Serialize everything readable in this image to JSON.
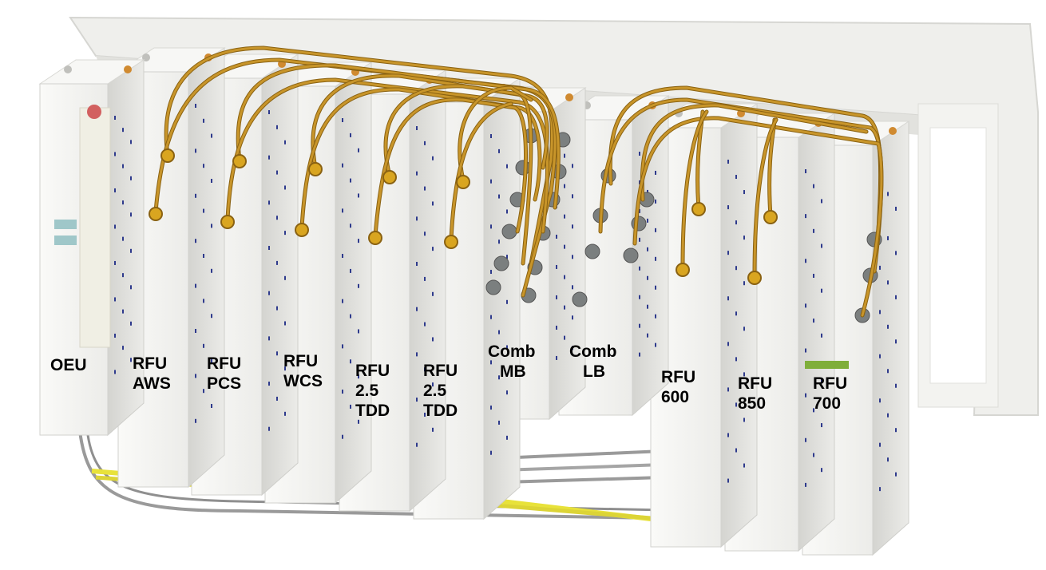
{
  "modules": [
    {
      "id": "oeu",
      "lines": [
        "OEU"
      ]
    },
    {
      "id": "rfu-aws",
      "lines": [
        "RFU",
        "AWS"
      ]
    },
    {
      "id": "rfu-pcs",
      "lines": [
        "RFU",
        "PCS"
      ]
    },
    {
      "id": "rfu-wcs",
      "lines": [
        "RFU",
        "WCS"
      ]
    },
    {
      "id": "rfu-tdd-1",
      "lines": [
        "RFU",
        "2.5",
        "TDD"
      ]
    },
    {
      "id": "rfu-tdd-2",
      "lines": [
        "RFU",
        "2.5",
        "TDD"
      ]
    },
    {
      "id": "comb-mb",
      "lines": [
        "Comb",
        "MB"
      ]
    },
    {
      "id": "comb-lb",
      "lines": [
        "Comb",
        "LB"
      ]
    },
    {
      "id": "rfu-600",
      "lines": [
        "RFU",
        "600"
      ]
    },
    {
      "id": "rfu-850",
      "lines": [
        "RFU",
        "850"
      ]
    },
    {
      "id": "rfu-700",
      "lines": [
        "RFU",
        "700"
      ]
    }
  ],
  "colors": {
    "module_face": "#f4f4f1",
    "module_side": "#dcdcd8",
    "chassis": "#e9e9e6",
    "rf_cable": "#c8952a",
    "rf_cable_dark": "#8a6212",
    "connector": "#d9a520",
    "combiner_port": "#7b7f7f",
    "fiber_yellow": "#e8e23a",
    "fiber_grey": "#9a9a9a",
    "vent_dots": "#2e3a8c",
    "status_bar": "#7fae3a",
    "oeu_led": "#d26060"
  }
}
